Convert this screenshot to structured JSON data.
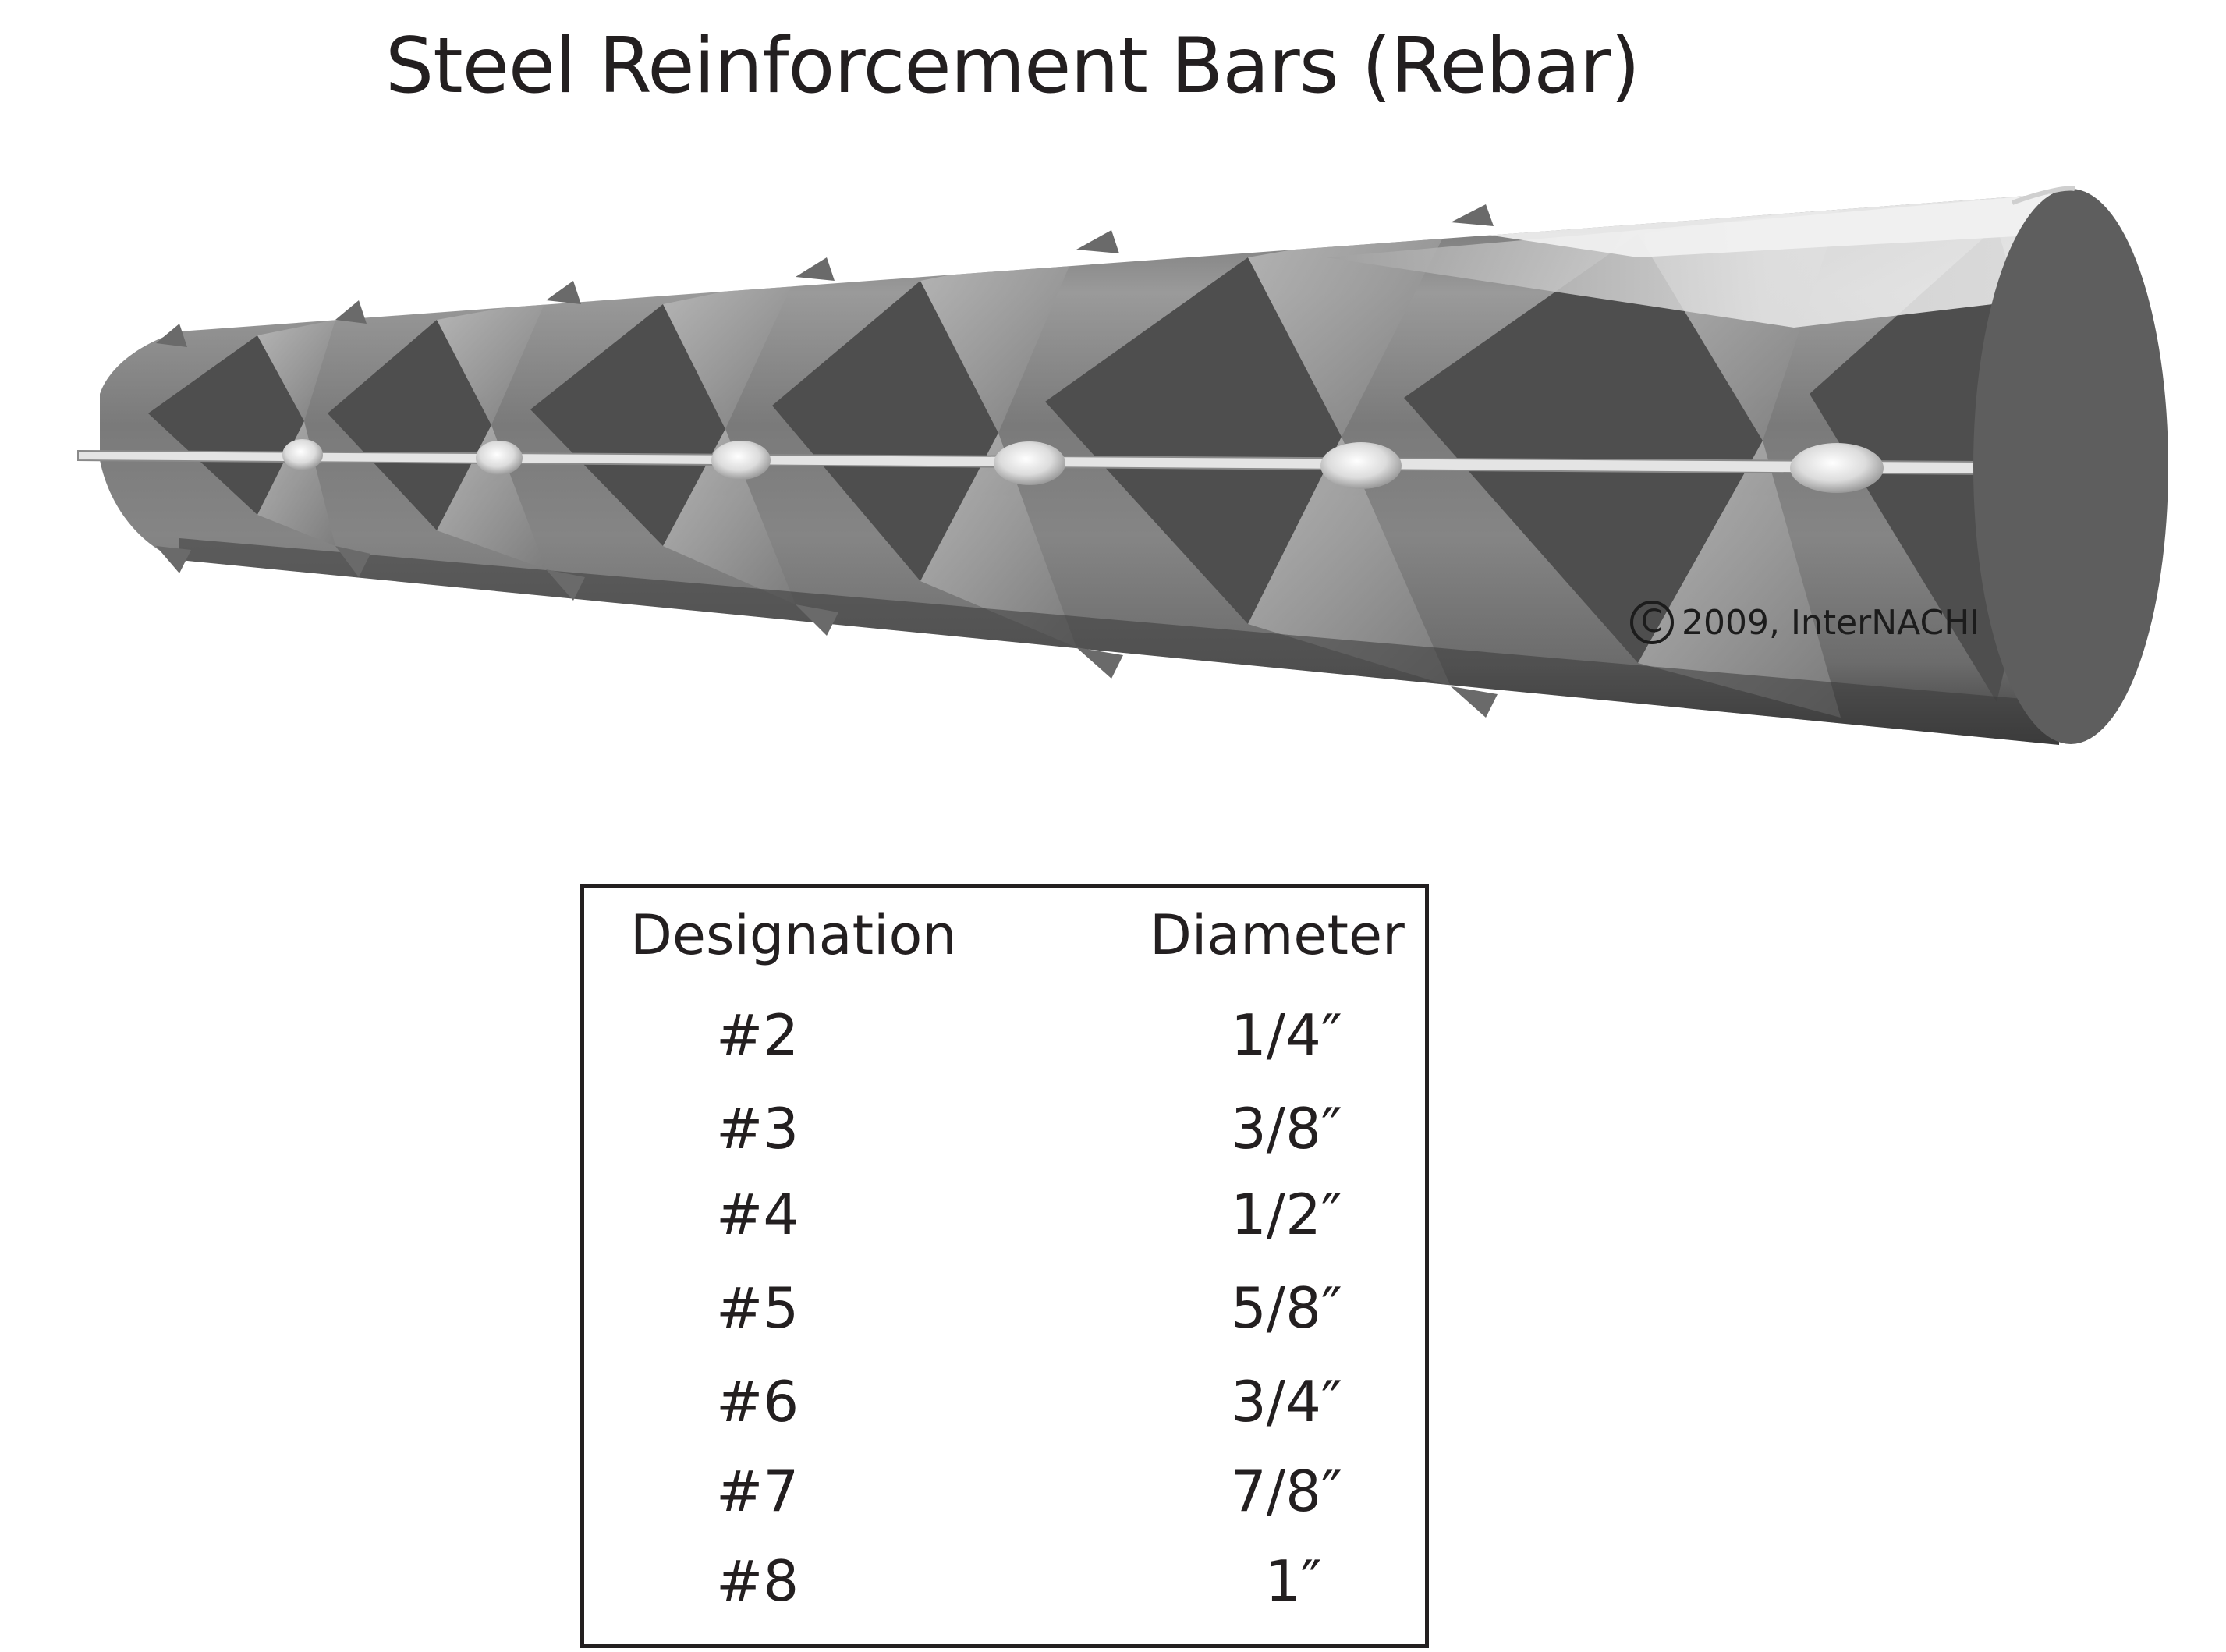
{
  "title": "Steel Reinforcement Bars (Rebar)",
  "copyright": {
    "symbol": "C",
    "text": "2009, InterNACHI"
  },
  "table": {
    "headers": {
      "designation": "Designation",
      "diameter": "Diameter"
    },
    "rows": [
      {
        "designation": "#2",
        "diameter": "1/4″"
      },
      {
        "designation": "#3",
        "diameter": "3/8″"
      },
      {
        "designation": "#4",
        "diameter": "1/2″"
      },
      {
        "designation": "#5",
        "diameter": "5/8″"
      },
      {
        "designation": "#6",
        "diameter": "3/4″"
      },
      {
        "designation": "#7",
        "diameter": "7/8″"
      },
      {
        "designation": "#8",
        "diameter": "1″"
      }
    ]
  },
  "colors": {
    "bar_dark": "#5a5a5a",
    "bar_mid": "#8c8c8c",
    "bar_light": "#d8d8d8",
    "end_face": "#5e5e5e",
    "text": "#231f20"
  }
}
